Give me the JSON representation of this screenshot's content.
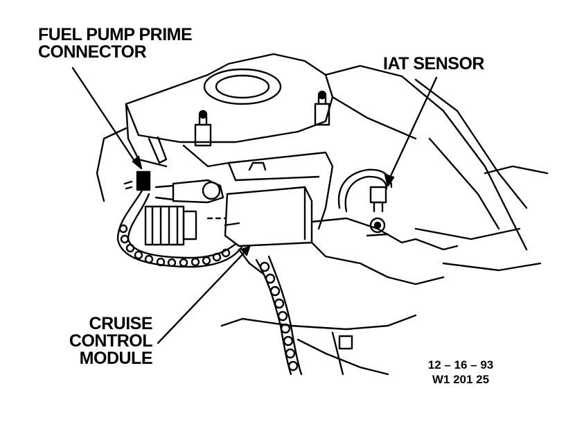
{
  "labels": {
    "fuel_pump_prime": [
      "FUEL PUMP PRIME",
      "CONNECTOR"
    ],
    "iat_sensor": "IAT SENSOR",
    "cruise_control": [
      "CRUISE",
      "CONTROL",
      "MODULE"
    ],
    "date": "12 – 16 – 93",
    "code": "W1 201 25"
  }
}
